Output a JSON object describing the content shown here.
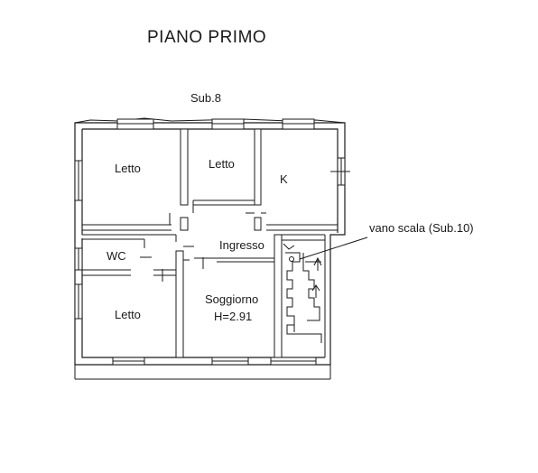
{
  "title": "PIANO PRIMO",
  "sub_label": "Sub.8",
  "rooms": {
    "letto_top_left": "Letto",
    "letto_top_center": "Letto",
    "kitchen": "K",
    "wc": "WC",
    "ingresso": "Ingresso",
    "letto_bottom": "Letto",
    "soggiorno": "Soggiorno",
    "soggiorno_height": "H=2.91"
  },
  "stair_label": "vano scala (Sub.10)",
  "colors": {
    "line": "#1a1a1a",
    "background": "#ffffff"
  }
}
